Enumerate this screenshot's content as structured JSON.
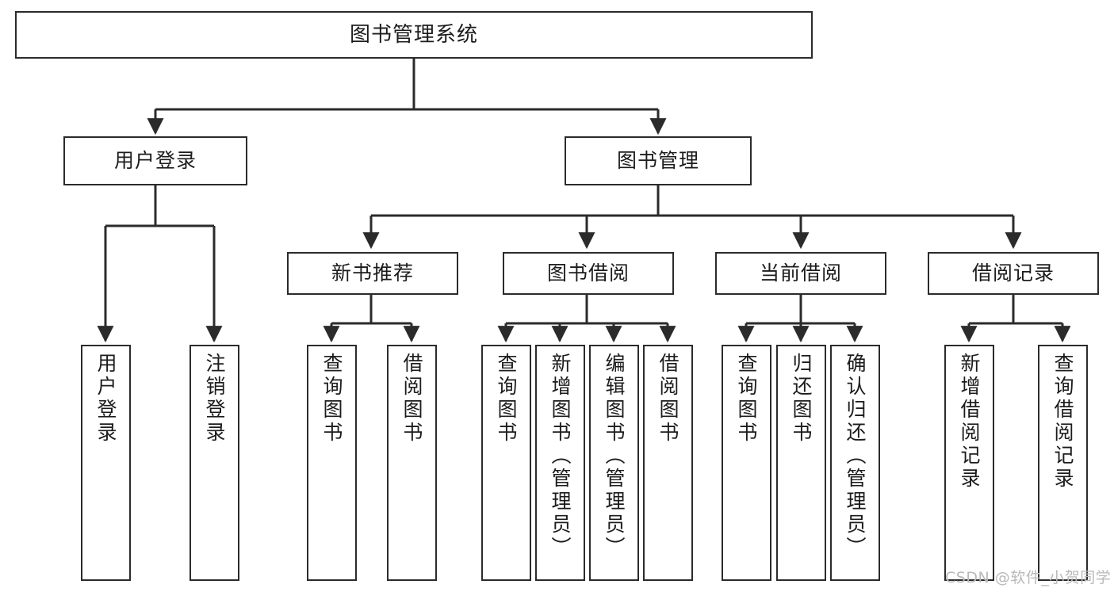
{
  "diagram": {
    "title": "图书管理系统",
    "type": "tree",
    "stroke_color": "#2b2b2b",
    "background_color": "#ffffff",
    "text_color": "#1c1c1c"
  },
  "watermark": {
    "text": "CSDN @软件_小贺同学",
    "color": "#b9b9b9"
  },
  "nodes": {
    "root": {
      "label": "图书管理系统"
    },
    "tier1": [
      {
        "label": "用户登录"
      },
      {
        "label": "图书管理"
      }
    ],
    "tier2": [
      {
        "label": "新书推荐"
      },
      {
        "label": "图书借阅"
      },
      {
        "label": "当前借阅"
      },
      {
        "label": "借阅记录"
      }
    ],
    "leaves": [
      {
        "label": "用户登录"
      },
      {
        "label": "注销登录"
      },
      {
        "label": "查询图书"
      },
      {
        "label": "借阅图书"
      },
      {
        "label": "查询图书"
      },
      {
        "label": "新增图书（管理员）"
      },
      {
        "label": "编辑图书（管理员）"
      },
      {
        "label": "借阅图书"
      },
      {
        "label": "查询图书"
      },
      {
        "label": "归还图书"
      },
      {
        "label": "确认归还（管理员）"
      },
      {
        "label": "新增借阅记录"
      },
      {
        "label": "查询借阅记录"
      }
    ]
  },
  "chart_data": {
    "type": "diagram-tree",
    "title": "图书管理系统",
    "hierarchy": {
      "name": "图书管理系统",
      "children": [
        {
          "name": "用户登录",
          "children": [
            {
              "name": "用户登录"
            },
            {
              "name": "注销登录"
            }
          ]
        },
        {
          "name": "图书管理",
          "children": [
            {
              "name": "新书推荐",
              "children": [
                {
                  "name": "查询图书"
                },
                {
                  "name": "借阅图书"
                }
              ]
            },
            {
              "name": "图书借阅",
              "children": [
                {
                  "name": "查询图书"
                },
                {
                  "name": "新增图书（管理员）"
                },
                {
                  "name": "编辑图书（管理员）"
                },
                {
                  "name": "借阅图书"
                }
              ]
            },
            {
              "name": "当前借阅",
              "children": [
                {
                  "name": "查询图书"
                },
                {
                  "name": "归还图书"
                },
                {
                  "name": "确认归还（管理员）"
                }
              ]
            },
            {
              "name": "借阅记录",
              "children": [
                {
                  "name": "新增借阅记录"
                },
                {
                  "name": "查询借阅记录"
                }
              ]
            }
          ]
        }
      ]
    }
  }
}
